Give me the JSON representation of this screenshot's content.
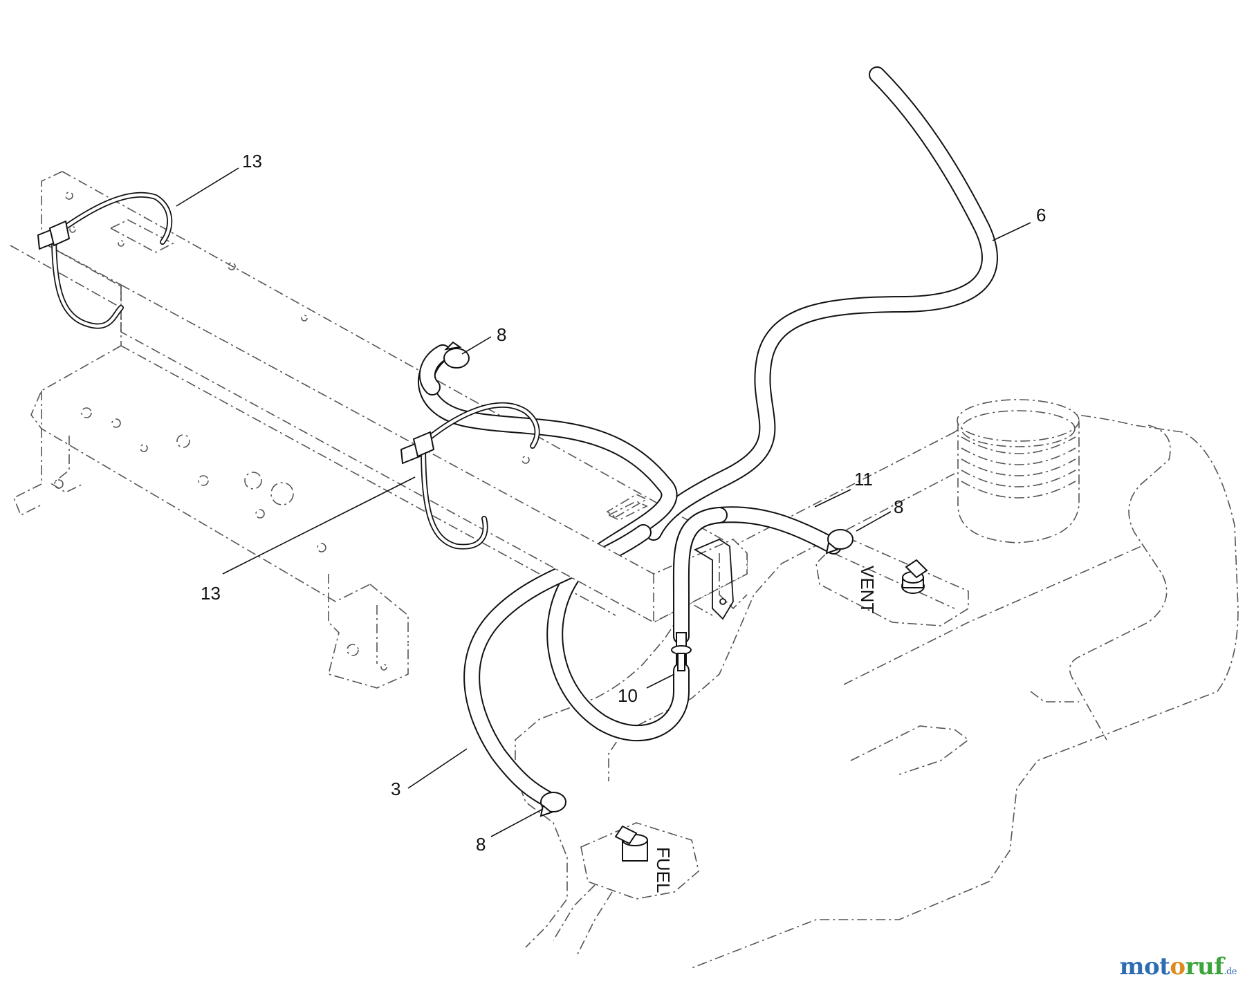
{
  "callouts": [
    {
      "id": "13",
      "label": "13"
    },
    {
      "id": "13b",
      "label": "13"
    },
    {
      "id": "6",
      "label": "6"
    },
    {
      "id": "8a",
      "label": "8"
    },
    {
      "id": "11",
      "label": "11"
    },
    {
      "id": "8b",
      "label": "8"
    },
    {
      "id": "10",
      "label": "10"
    },
    {
      "id": "3",
      "label": "3"
    },
    {
      "id": "8c",
      "label": "8"
    }
  ],
  "tank_embossing": {
    "vent_top": "VENT",
    "vent_bottom": "FUEL"
  },
  "watermark": {
    "parts": [
      {
        "text": "mot",
        "color": "#2e6db4"
      },
      {
        "text": "o",
        "color": "#e08a1e"
      },
      {
        "text": "ruf",
        "color": "#3aa53a"
      }
    ],
    "tld": ".de"
  }
}
